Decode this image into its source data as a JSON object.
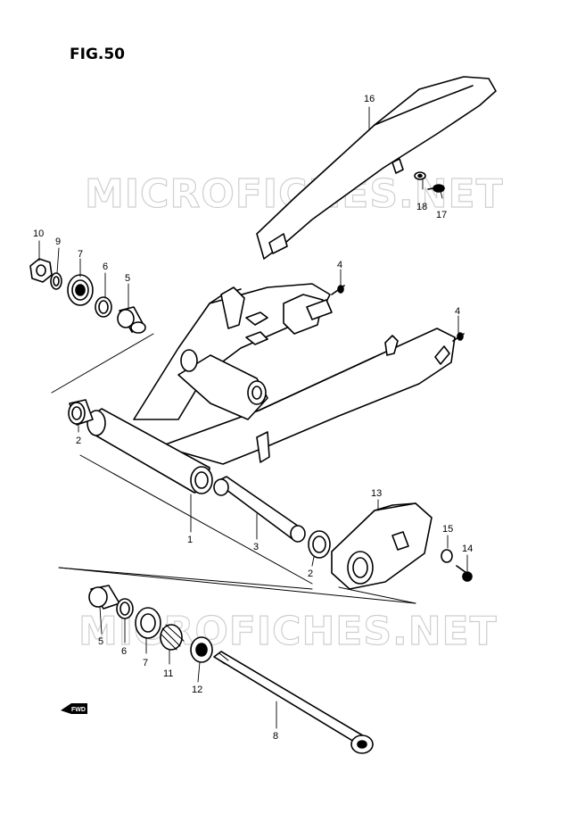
{
  "figure": {
    "title": "FIG.50"
  },
  "watermark": {
    "text": "MICROFICHES.NET",
    "color": "#d8d8d8"
  },
  "fwd_label": "FWD",
  "callouts": {
    "c1": "1",
    "c2a": "2",
    "c2b": "2",
    "c3": "3",
    "c4a": "4",
    "c4b": "4",
    "c5a": "5",
    "c5b": "5",
    "c6a": "6",
    "c6b": "6",
    "c7a": "7",
    "c7b": "7",
    "c8": "8",
    "c9": "9",
    "c10": "10",
    "c11": "11",
    "c12": "12",
    "c13": "13",
    "c14": "14",
    "c15": "15",
    "c16": "16",
    "c17": "17",
    "c18": "18"
  },
  "colors": {
    "ink": "#000000",
    "paper": "#ffffff"
  }
}
